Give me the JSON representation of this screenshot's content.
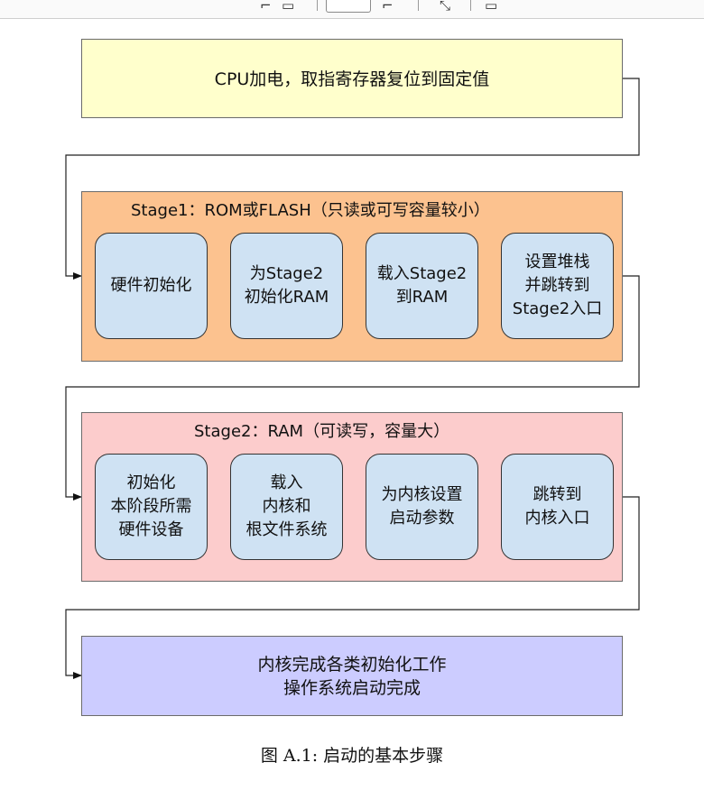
{
  "colors": {
    "box_top": "#ffffcc",
    "stage1": "#fcc28f",
    "stage2": "#fccccc",
    "box_bottom": "#ccccff",
    "node": "#cfe2f3",
    "line": "#333333"
  },
  "toolbar": {
    "icons": [
      "zoom-out-icon",
      "page-view-icon",
      "page-number-field",
      "zoom-in-icon",
      "fit-page-icon",
      "fullscreen-icon"
    ]
  },
  "diagram": {
    "top_box": {
      "text": "CPU加电，取指寄存器复位到固定值"
    },
    "stage1": {
      "title": "Stage1：ROM或FLASH（只读或可写容量较小）",
      "nodes": [
        "硬件初始化",
        "为Stage2\n初始化RAM",
        "载入Stage2\n到RAM",
        "设置堆栈\n并跳转到\nStage2入口"
      ]
    },
    "stage2": {
      "title": "Stage2：RAM（可读写，容量大）",
      "nodes": [
        "初始化\n本阶段所需\n硬件设备",
        "载入\n内核和\n根文件系统",
        "为内核设置\n启动参数",
        "跳转到\n内核入口"
      ]
    },
    "bottom_box": {
      "text": "内核完成各类初始化工作\n操作系统启动完成"
    }
  },
  "caption": "图 A.1: 启动的基本步骤"
}
